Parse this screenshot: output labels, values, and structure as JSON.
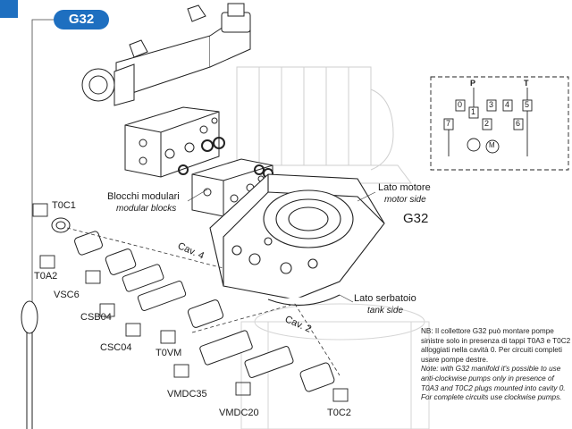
{
  "header": {
    "badge": "G32"
  },
  "labels": {
    "modular_blocks_it": "Blocchi modulari",
    "modular_blocks_en": "modular blocks",
    "motor_side_it": "Lato motore",
    "motor_side_en": "motor side",
    "tank_side_it": "Lato serbatoio",
    "tank_side_en": "tank side",
    "manifold_name": "G32",
    "cav4": "Cav. 4",
    "cav2": "Cav. 2"
  },
  "components": {
    "t0c1": "T0C1",
    "t0a2": "T0A2",
    "vsc6": "VSC6",
    "csb04": "CSB04",
    "csc04": "CSC04",
    "t0vm": "T0VM",
    "vmdc35": "VMDC35",
    "vmdc20": "VMDC20",
    "t0c2": "T0C2"
  },
  "schematic": {
    "port_p": "P",
    "port_t": "T",
    "cells": [
      "0",
      "1",
      "3",
      "4",
      "5",
      "7",
      "2",
      "6"
    ],
    "motor": "M"
  },
  "note": {
    "italian": "NB: Il collettore G32 può montare pompe sinistre solo in presenza di tappi T0A3 e T0C2 alloggiati nella cavità 0. Per circuiti completi usare pompe destre.",
    "english": "Note: with G32 manifold it's possible to use anti-clockwise pumps only in presence of T0A3 and T0C2 plugs mounted into cavity 0. For complete circuits use clockwise pumps."
  },
  "colors": {
    "accent": "#1e6fc0",
    "line": "#222222",
    "ghost": "#c8c8c8"
  }
}
